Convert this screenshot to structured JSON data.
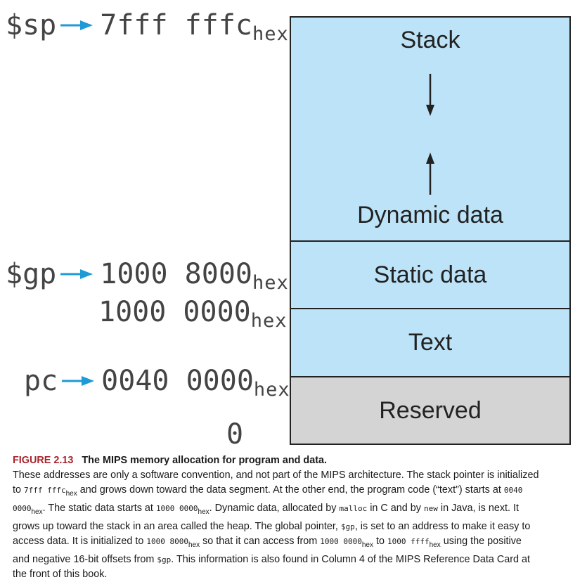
{
  "memory_map": {
    "stack": "Stack",
    "dynamic_data": "Dynamic data",
    "static_data": "Static data",
    "text": "Text",
    "reserved": "Reserved"
  },
  "addresses": {
    "sp": {
      "register": "$sp",
      "value": "7fff fffc",
      "suffix": "hex"
    },
    "gp": {
      "register": "$gp",
      "value": "1000 8000",
      "suffix": "hex"
    },
    "data_start": {
      "value": "1000 0000",
      "suffix": "hex"
    },
    "pc": {
      "register": "pc",
      "value": "0040 0000",
      "suffix": "hex"
    },
    "zero": {
      "value": "0"
    }
  },
  "colors": {
    "segment_fill": "#bde3f8",
    "reserved_fill": "#d4d4d4",
    "pointer_arrow": "#1e9ad6",
    "figure_number": "#a8242c"
  },
  "caption": {
    "figure_number": "FIGURE 2.13",
    "title": "The MIPS memory allocation for program and data.",
    "lines": [
      [
        {
          "t": "These addresses are only a software convention, and not part of the MIPS architecture. The stack pointer is initialized"
        }
      ],
      [
        {
          "t": "to "
        },
        {
          "c": "7fff fffc"
        },
        {
          "s": "hex"
        },
        {
          "t": " and grows down toward the data segment. At the other end, the program code (“text”) starts at "
        },
        {
          "c": "0040"
        }
      ],
      [
        {
          "c": "0000"
        },
        {
          "s": "hex"
        },
        {
          "t": ". The static data starts at "
        },
        {
          "c": "1000 0000"
        },
        {
          "s": "hex"
        },
        {
          "t": ". Dynamic data, allocated by "
        },
        {
          "c": "malloc"
        },
        {
          "t": " in C and by "
        },
        {
          "c": "new"
        },
        {
          "t": " in Java, is next. It"
        }
      ],
      [
        {
          "t": "grows up toward the stack in an area called the heap. The global pointer, "
        },
        {
          "c": "$gp"
        },
        {
          "t": ", is set to an address to make it easy to"
        }
      ],
      [
        {
          "t": "access data. It is initialized to "
        },
        {
          "c": "1000 8000"
        },
        {
          "s": "hex"
        },
        {
          "t": " so that it can access from "
        },
        {
          "c": "1000 0000"
        },
        {
          "s": "hex"
        },
        {
          "t": " to "
        },
        {
          "c": "1000 ffff"
        },
        {
          "s": "hex"
        },
        {
          "t": " using the positive"
        }
      ],
      [
        {
          "t": "and negative 16-bit offsets from "
        },
        {
          "c": "$gp"
        },
        {
          "t": ". This information is also found in Column 4 of the MIPS Reference Data Card at"
        }
      ],
      [
        {
          "t": "the front of this book."
        }
      ]
    ]
  }
}
